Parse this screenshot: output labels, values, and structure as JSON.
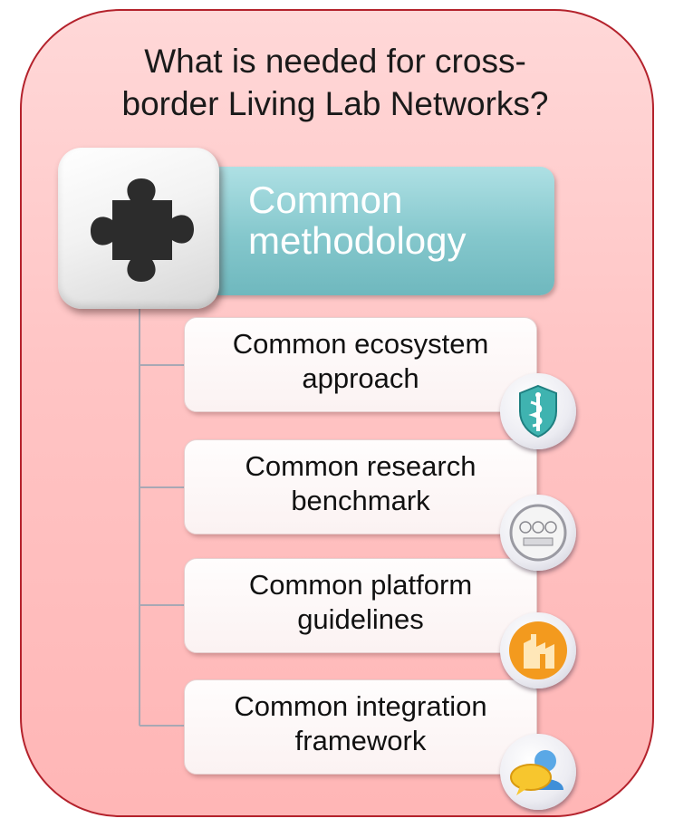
{
  "question": "What is needed for cross-border Living Lab Networks?",
  "method": {
    "title": "Common methodology",
    "icon": "puzzle-piece-icon"
  },
  "items": [
    {
      "label": "Common ecosystem approach",
      "icon": "health-shield-icon"
    },
    {
      "label": "Common research benchmark",
      "icon": "meter-icon"
    },
    {
      "label": "Common platform guidelines",
      "icon": "factory-icon"
    },
    {
      "label": "Common integration framework",
      "icon": "chat-user-icon"
    }
  ],
  "colors": {
    "panel_border": "#b4222c",
    "panel_fill": "#ffc4c4",
    "method_fill": "#84c7cc"
  }
}
